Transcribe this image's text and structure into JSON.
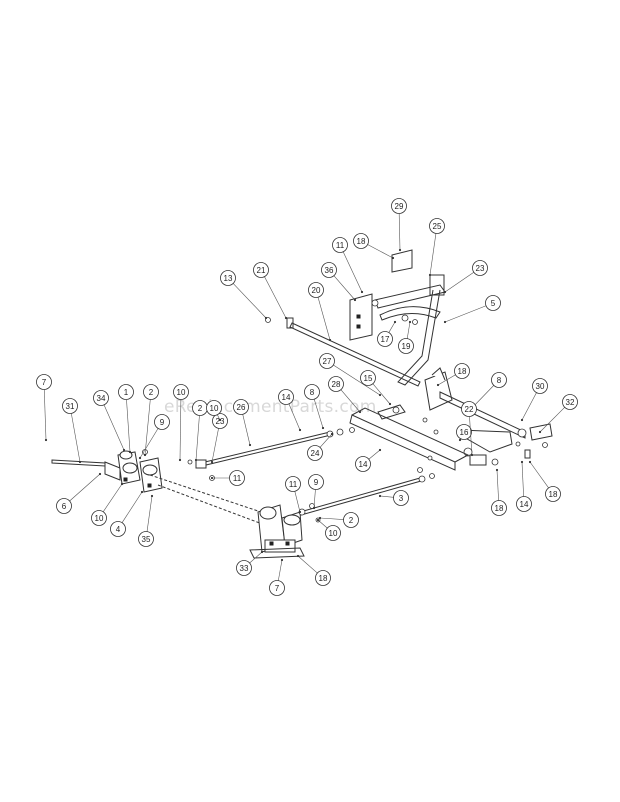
{
  "watermark": "eReplacementParts.com",
  "callouts": [
    {
      "label": "29"
    },
    {
      "label": "25"
    },
    {
      "label": "18"
    },
    {
      "label": "11"
    },
    {
      "label": "23"
    },
    {
      "label": "36"
    },
    {
      "label": "21"
    },
    {
      "label": "13"
    },
    {
      "label": "20"
    },
    {
      "label": "5"
    },
    {
      "label": "17"
    },
    {
      "label": "19"
    },
    {
      "label": "27"
    },
    {
      "label": "18"
    },
    {
      "label": "15"
    },
    {
      "label": "28"
    },
    {
      "label": "8"
    },
    {
      "label": "30"
    },
    {
      "label": "32"
    },
    {
      "label": "14"
    },
    {
      "label": "18"
    },
    {
      "label": "7"
    },
    {
      "label": "31"
    },
    {
      "label": "34"
    },
    {
      "label": "1"
    },
    {
      "label": "2"
    },
    {
      "label": "10"
    },
    {
      "label": "2"
    },
    {
      "label": "23"
    },
    {
      "label": "26"
    },
    {
      "label": "14"
    },
    {
      "label": "8"
    },
    {
      "label": "9"
    },
    {
      "label": "11"
    },
    {
      "label": "24"
    },
    {
      "label": "16"
    },
    {
      "label": "22"
    },
    {
      "label": "14"
    },
    {
      "label": "18"
    },
    {
      "label": "6"
    },
    {
      "label": "10"
    },
    {
      "label": "4"
    },
    {
      "label": "35"
    },
    {
      "label": "11"
    },
    {
      "label": "9"
    },
    {
      "label": "2"
    },
    {
      "label": "10"
    },
    {
      "label": "3"
    },
    {
      "label": "33"
    },
    {
      "label": "18"
    },
    {
      "label": "7"
    },
    {
      "label": "10"
    }
  ]
}
